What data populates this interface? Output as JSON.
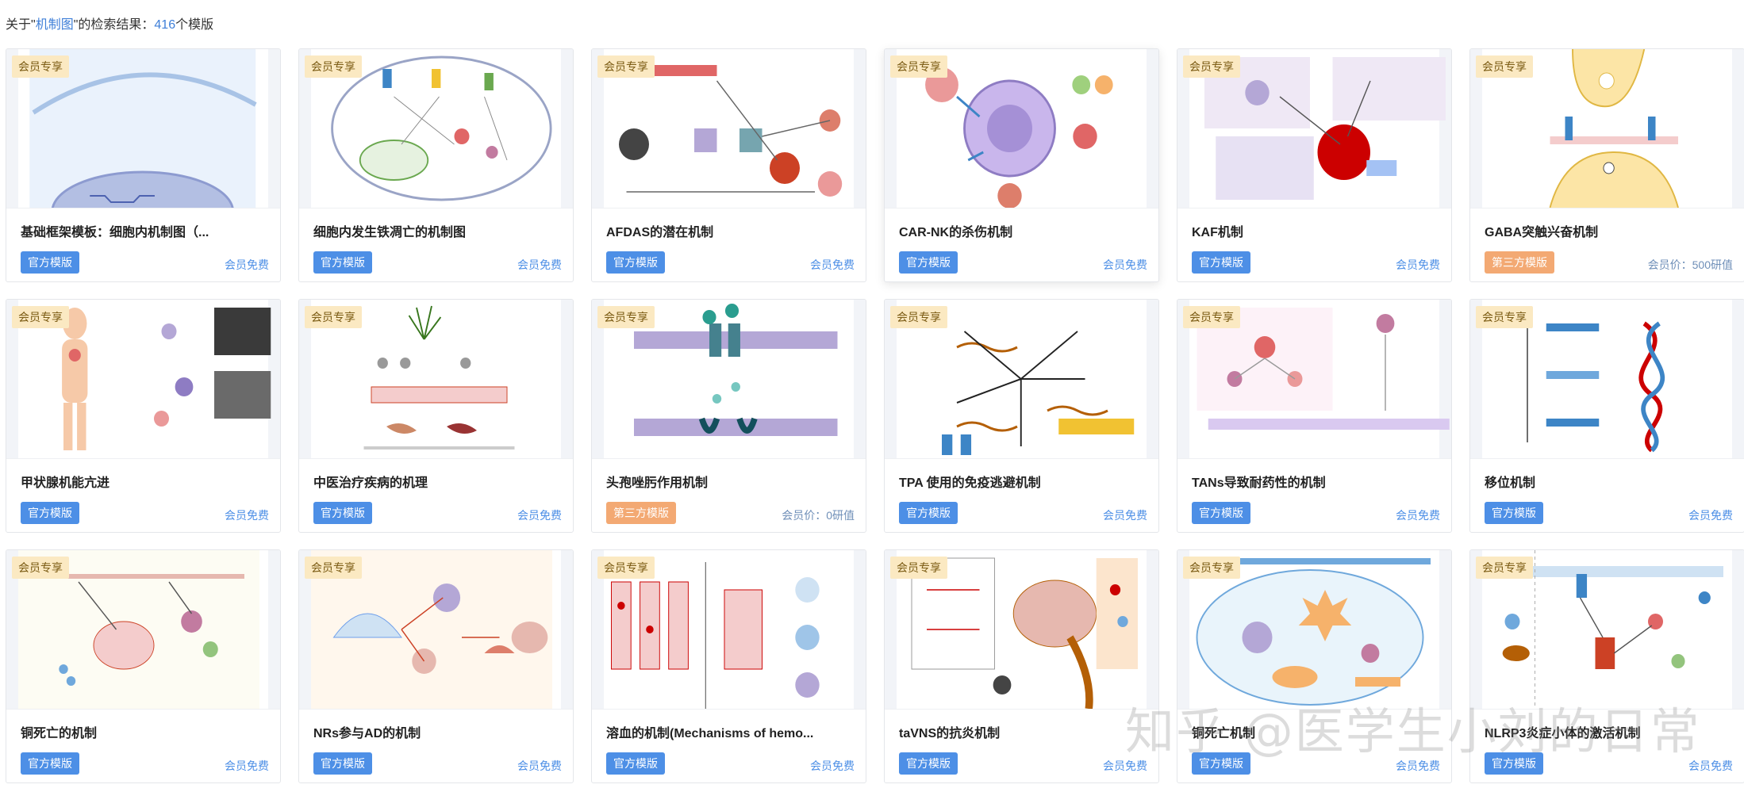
{
  "search": {
    "prefix": "关于\"",
    "keyword": "机制图",
    "middle": "\"的检索结果：",
    "count": "416",
    "suffix": "个模版"
  },
  "watermark": "知乎 @医学生小刘的日常",
  "member_badge": "会员专享",
  "cards": [
    {
      "title": "基础框架模板：细胞内机制图（...",
      "tag": "官方模版",
      "tag_type": "official",
      "price": "会员免费",
      "thumb": "cell-frame"
    },
    {
      "title": "细胞内发生铁凋亡的机制图",
      "tag": "官方模版",
      "tag_type": "official",
      "price": "会员免费",
      "thumb": "cell-oval"
    },
    {
      "title": "AFDAS的潜在机制",
      "tag": "官方模版",
      "tag_type": "official",
      "price": "会员免费",
      "thumb": "flow"
    },
    {
      "title": "CAR-NK的杀伤机制",
      "tag": "官方模版",
      "tag_type": "official",
      "price": "会员免费",
      "thumb": "nk-cell"
    },
    {
      "title": "KAF机制",
      "tag": "官方模版",
      "tag_type": "official",
      "price": "会员免费",
      "thumb": "panels"
    },
    {
      "title": "GABA突触兴奋机制",
      "tag": "第三方模版",
      "tag_type": "third",
      "price": "会员价：500研值",
      "thumb": "synapse"
    },
    {
      "title": "甲状腺机能亢进",
      "tag": "官方模版",
      "tag_type": "official",
      "price": "会员免费",
      "thumb": "body"
    },
    {
      "title": "中医治疗疾病的机理",
      "tag": "官方模版",
      "tag_type": "official",
      "price": "会员免费",
      "thumb": "tcm"
    },
    {
      "title": "头孢唑肟作用机制",
      "tag": "第三方模版",
      "tag_type": "third",
      "price": "会员价：0研值",
      "thumb": "membrane"
    },
    {
      "title": "TPA 使用的免疫逃避机制",
      "tag": "官方模版",
      "tag_type": "official",
      "price": "会员免费",
      "thumb": "radial"
    },
    {
      "title": "TANs导致耐药性的机制",
      "tag": "官方模版",
      "tag_type": "official",
      "price": "会员免费",
      "thumb": "tans"
    },
    {
      "title": "移位机制",
      "tag": "官方模版",
      "tag_type": "official",
      "price": "会员免费",
      "thumb": "dna"
    },
    {
      "title": "铜死亡的机制",
      "tag": "官方模版",
      "tag_type": "official",
      "price": "会员免费",
      "thumb": "copper"
    },
    {
      "title": "NRs参与AD的机制",
      "tag": "官方模版",
      "tag_type": "official",
      "price": "会员免费",
      "thumb": "nrs"
    },
    {
      "title": "溶血的机制(Mechanisms of hemo...",
      "tag": "官方模版",
      "tag_type": "official",
      "price": "会员免费",
      "thumb": "hemolysis"
    },
    {
      "title": "taVNS的抗炎机制",
      "tag": "官方模版",
      "tag_type": "official",
      "price": "会员免费",
      "thumb": "brain"
    },
    {
      "title": "铜死亡机制",
      "tag": "官方模版",
      "tag_type": "official",
      "price": "会员免费",
      "thumb": "cupro"
    },
    {
      "title": "NLRP3炎症小体的激活机制",
      "tag": "官方模版",
      "tag_type": "official",
      "price": "会员免费",
      "thumb": "nlrp3"
    }
  ]
}
